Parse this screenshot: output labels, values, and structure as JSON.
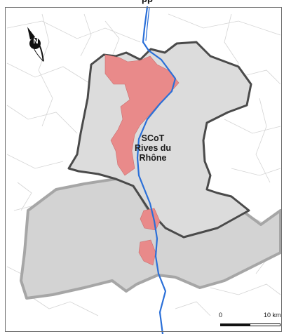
{
  "map": {
    "top_title_fragment": "pp",
    "scot_label_lines": [
      "SCoT",
      "Rives du",
      "Rhône"
    ],
    "north_arrow_letter": "N",
    "scale": {
      "start_label": "0",
      "end_label": "10 km"
    },
    "colors": {
      "scot_fill": "#dddddd",
      "scot_border": "#4a4a4a",
      "outer_fill": "#d0d0d0",
      "outer_border": "#a8a8a8",
      "highlight_fill": "#e98a8a",
      "river": "#2a6fd8",
      "commune_lines": "#cfcfcf"
    }
  }
}
